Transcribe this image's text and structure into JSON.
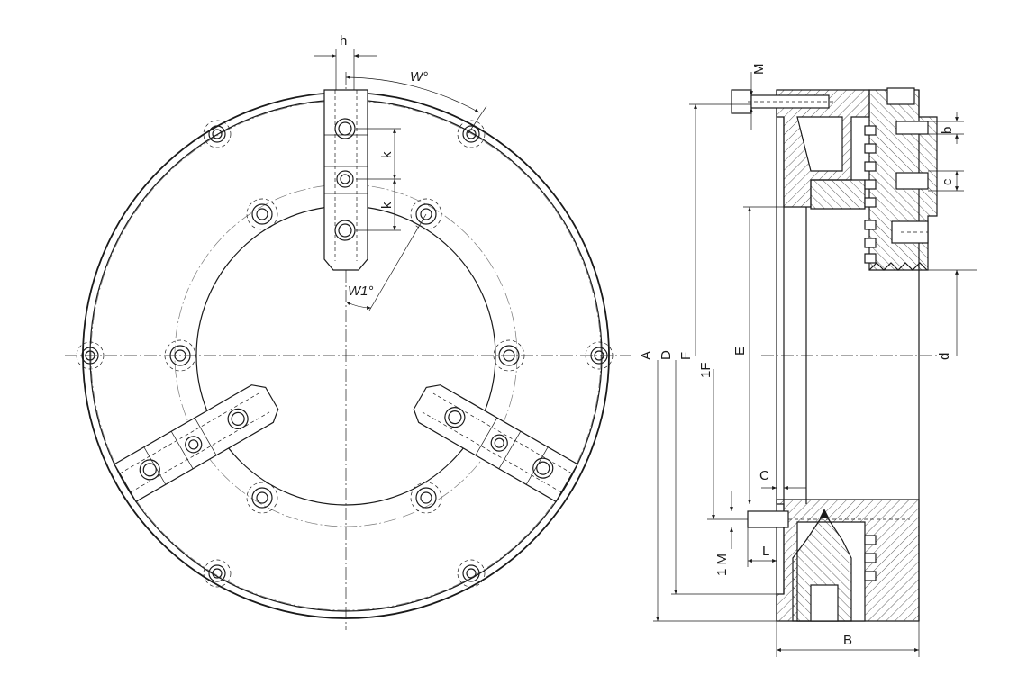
{
  "front_view": {
    "labels": {
      "h": "h",
      "w": "W°",
      "w1": "W1°",
      "k_upper": "k",
      "k_lower": "k"
    }
  },
  "side_view": {
    "labels": {
      "M_top": "M",
      "b": "b",
      "c": "c",
      "d": "d",
      "A": "A",
      "D": "D",
      "F": "F",
      "1F": "1F",
      "E": "E",
      "C": "C",
      "1M": "1 M",
      "L": "L",
      "B": "B"
    }
  }
}
